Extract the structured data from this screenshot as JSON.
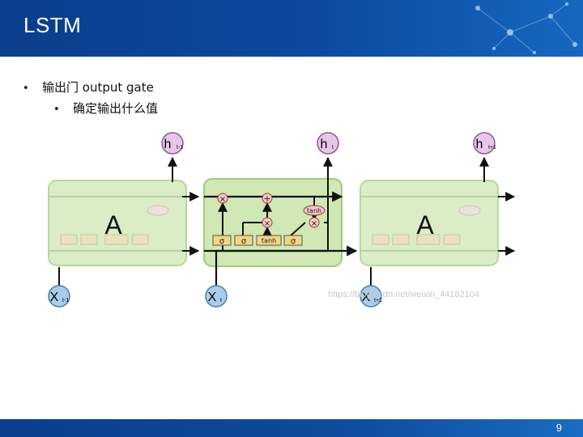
{
  "slide": {
    "title": "LSTM",
    "bullet1": "输出门 output gate",
    "bullet2": "确定输出什么值",
    "bullet_char": "•",
    "page_number": "9",
    "watermark": "https://blog.csdn.net/weixin_44162104"
  },
  "diagram": {
    "cell_label": "A",
    "inputs": [
      "X",
      "X",
      "X"
    ],
    "input_subs": [
      "t-1",
      "t",
      "t+1"
    ],
    "outputs": [
      "h",
      "h",
      "h"
    ],
    "output_subs": [
      "t-1",
      "t",
      "t+1"
    ],
    "gate_sigma": "σ",
    "gate_tanh": "tanh",
    "op_times": "×",
    "op_plus": "+",
    "colors": {
      "cell_fill": "#cfe8b4",
      "cell_stroke": "#9ccd78",
      "node_fill": "#a9cdeb",
      "gate_fill": "#f6d581"
    }
  }
}
